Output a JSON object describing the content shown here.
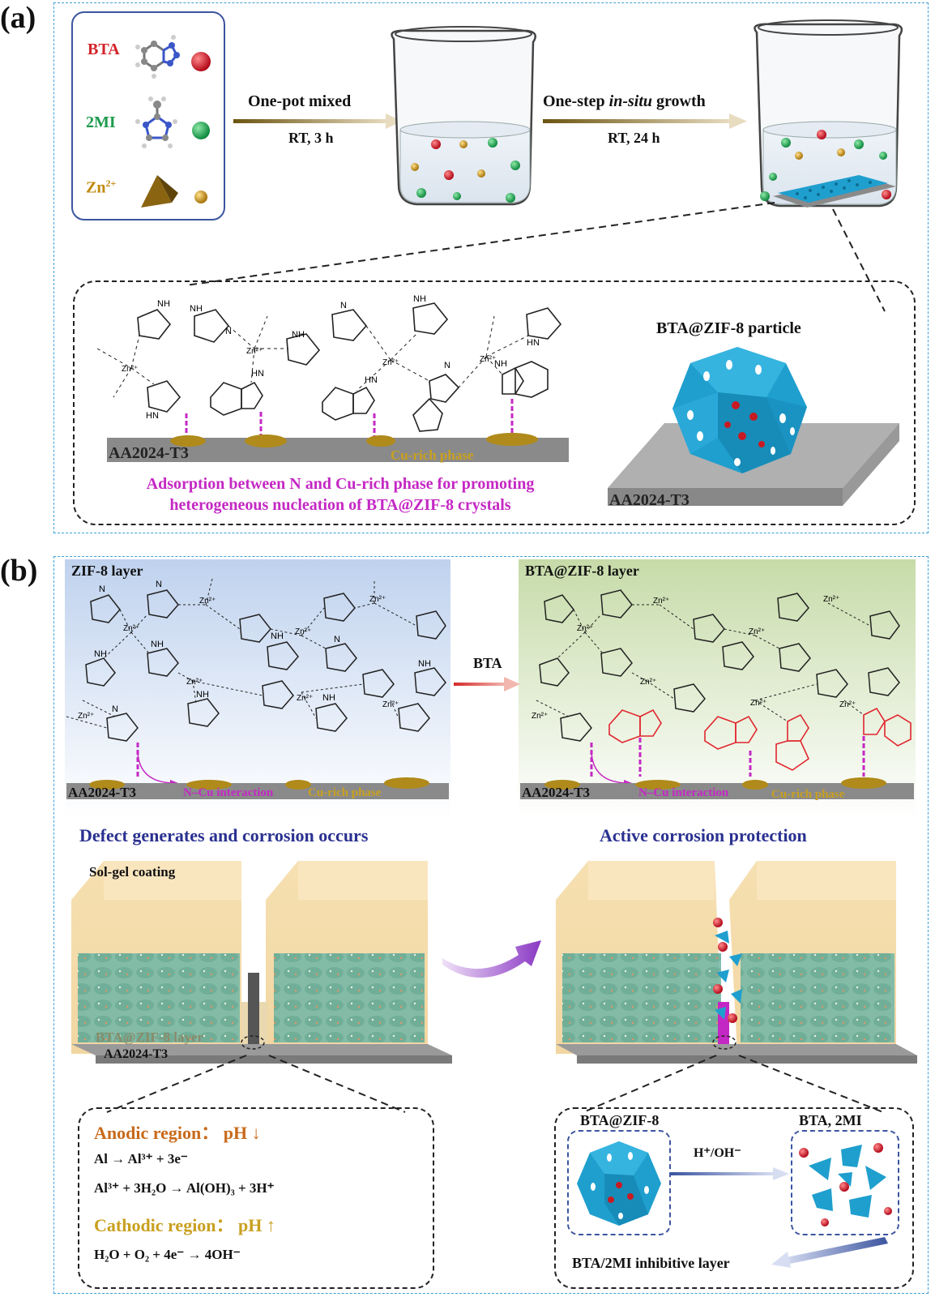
{
  "panel_a": {
    "letter": "(a)",
    "legend": {
      "bta": "BTA",
      "mi": "2MI",
      "zn": "Zn",
      "zn_sup": "2+"
    },
    "step1": {
      "line1": "One-pot mixed",
      "line2": "RT, 3 h"
    },
    "step2": {
      "line1_pre": "One-step ",
      "line1_em": "in-situ",
      "line1_post": " growth",
      "line2": "RT, 24 h"
    },
    "detail": {
      "substrate_left": "AA2024-T3",
      "cu_phase": "Cu-rich phase",
      "adsorption_line1": "Adsorption between N and Cu-rich phase for promoting",
      "adsorption_line2": "heterogeneous nucleation of BTA@ZIF-8 crystals",
      "particle_title": "BTA@ZIF-8 particle",
      "substrate_right": "AA2024-T3"
    }
  },
  "panel_b": {
    "letter": "(b)",
    "zif_layer": "ZIF-8 layer",
    "bta_arrow": "BTA",
    "bta_zif_layer": "BTA@ZIF-8 layer",
    "substrate": "AA2024-T3",
    "n_cu": "N–Cu interaction",
    "cu_phase": "Cu-rich phase",
    "defect_title": "Defect generates and corrosion occurs",
    "active_title": "Active corrosion protection",
    "solgel": "Sol-gel coating",
    "layer_label": "BTA@ZIF-8 layer",
    "substrate_bottom": "AA2024-T3",
    "anodic": "Anodic region： pH ↓",
    "eq1": "Al → Al³⁺ + 3e⁻",
    "eq2": "Al³⁺ + 3H₂O → Al(OH)₃ + 3H⁺",
    "cathodic": "Cathodic region： pH ↑",
    "eq3": "H₂O + O₂ + 4e⁻ → 4OH⁻",
    "zif_box": "BTA@ZIF-8",
    "ph_trigger": "H⁺/OH⁻",
    "release_box": "BTA, 2MI",
    "inhibitive": "BTA/2MI inhibitive layer"
  },
  "molecule_labels": {
    "zn_site": "Zn²⁺",
    "nh": "NH",
    "n": "N",
    "hn": "HN"
  },
  "colors": {
    "frame": "#3aa0d8",
    "bta_red": "#d4222a",
    "mi_green": "#1f9a4e",
    "zn_gold": "#c08a10",
    "zif_blue": "#1f9fce",
    "magenta": "#c428c4",
    "navy": "#2a3190",
    "substrate_gray": "#8a8a8a",
    "cu_gold": "#b08a1a"
  }
}
